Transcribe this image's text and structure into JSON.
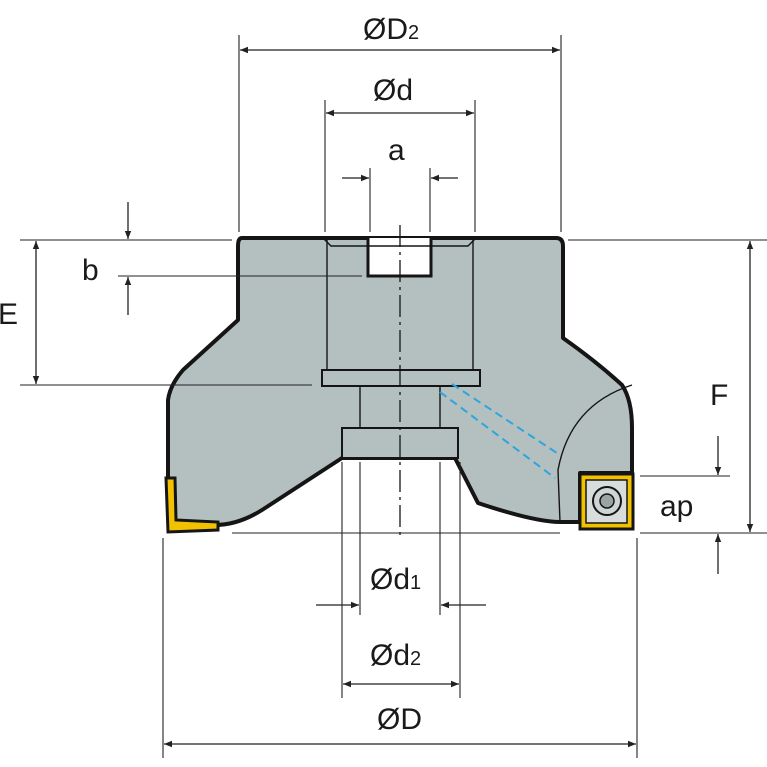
{
  "diagram": {
    "colors": {
      "body_fill": "#b4bfbf",
      "outline": "#151515",
      "insert_yellow": "#f2c200",
      "hidden_coolant": "#2aa6e0",
      "dimension": "#222222"
    },
    "labels": {
      "D2": {
        "main": "ØD",
        "sub": "2"
      },
      "d": {
        "main": "Ød"
      },
      "a": {
        "main": "a"
      },
      "b": {
        "main": "b"
      },
      "E": {
        "main": "E"
      },
      "F": {
        "main": "F"
      },
      "ap": {
        "main": "ap"
      },
      "d1": {
        "main": "Ød",
        "sub": "1"
      },
      "d2": {
        "main": "Ød",
        "sub": "2"
      },
      "D": {
        "main": "ØD"
      }
    },
    "components": {
      "body": "face-mill-body",
      "insert": "square-insert",
      "screw": "torx-screw-icon"
    }
  }
}
